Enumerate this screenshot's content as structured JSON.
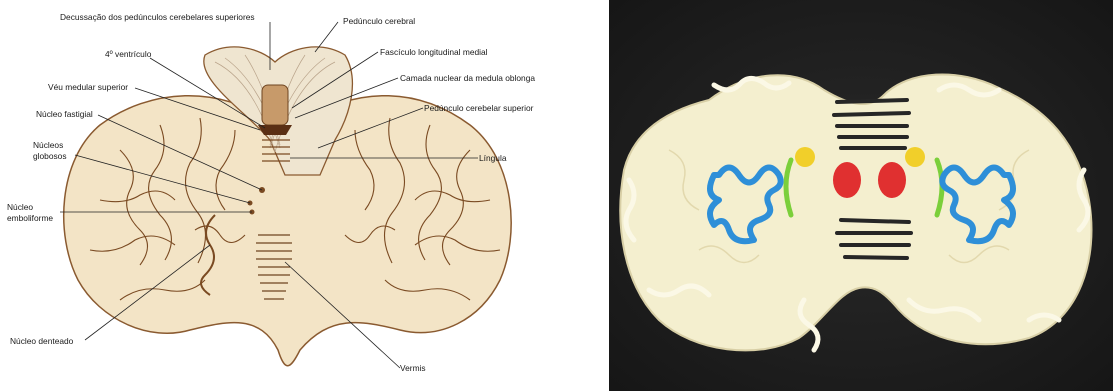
{
  "labels": {
    "decussacao": "Decussação dos pedúnculos cerebelares superiores",
    "pedunculo_cerebral": "Pedúnculo cerebral",
    "quarto_ventriculo": "4º ventrículo",
    "fasciculo": "Fascículo longitudinal medial",
    "camada_nuclear": "Camada nuclear da medula oblonga",
    "veu_medular": "Véu medular superior",
    "pedunculo_superior": "Pedúnculo cerebelar superior",
    "nucleo_fastigial": "Núcleo fastigial",
    "nucleos_globosos_1": "Núcleos",
    "nucleos_globosos_2": "globosos",
    "lingula": "Língula",
    "emboliforme_1": "Núcleo",
    "emboliforme_2": "emboliforme",
    "nucleo_denteado": "Núcleo denteado",
    "vermis": "Vermis"
  },
  "colors": {
    "tissue": "#f1e2c5",
    "tissue_dark": "#a9703f",
    "model_base": "#f4efcf",
    "model_blue": "#2e8fd8",
    "model_green": "#7bcf3a",
    "model_yellow": "#f1cf2a",
    "model_red": "#e03030",
    "model_black": "#262626"
  }
}
